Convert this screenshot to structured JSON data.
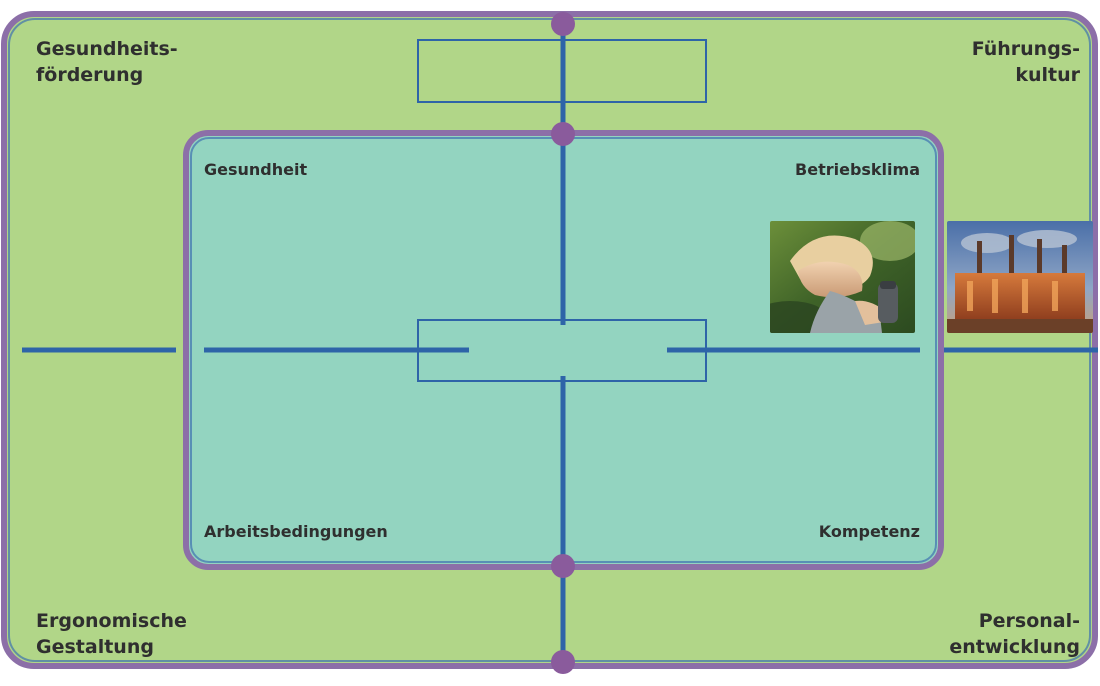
{
  "outer": {
    "top_left": "Gesundheits-\nförderung",
    "top_right": "Führungs-\nkultur",
    "bottom_left": "Ergonomische\nGestaltung",
    "bottom_right": "Personal-\nentwicklung"
  },
  "inner": {
    "top_left": "Gesundheit",
    "top_right": "Betriebsklima",
    "bottom_left": "Arbeitsbedingungen",
    "bottom_right": "Kompetenz"
  },
  "photos": {
    "woman": "photo-woman-working",
    "factory": "photo-factory-chimneys"
  },
  "colors": {
    "outer_fill": "#b1d688",
    "outer_border": "#8c6fa8",
    "inner_fill": "#93d4c0",
    "inner_border": "#8c6fa8",
    "line": "#2e64a8",
    "node": "#8a5b9c",
    "text": "#2f2f2f"
  }
}
